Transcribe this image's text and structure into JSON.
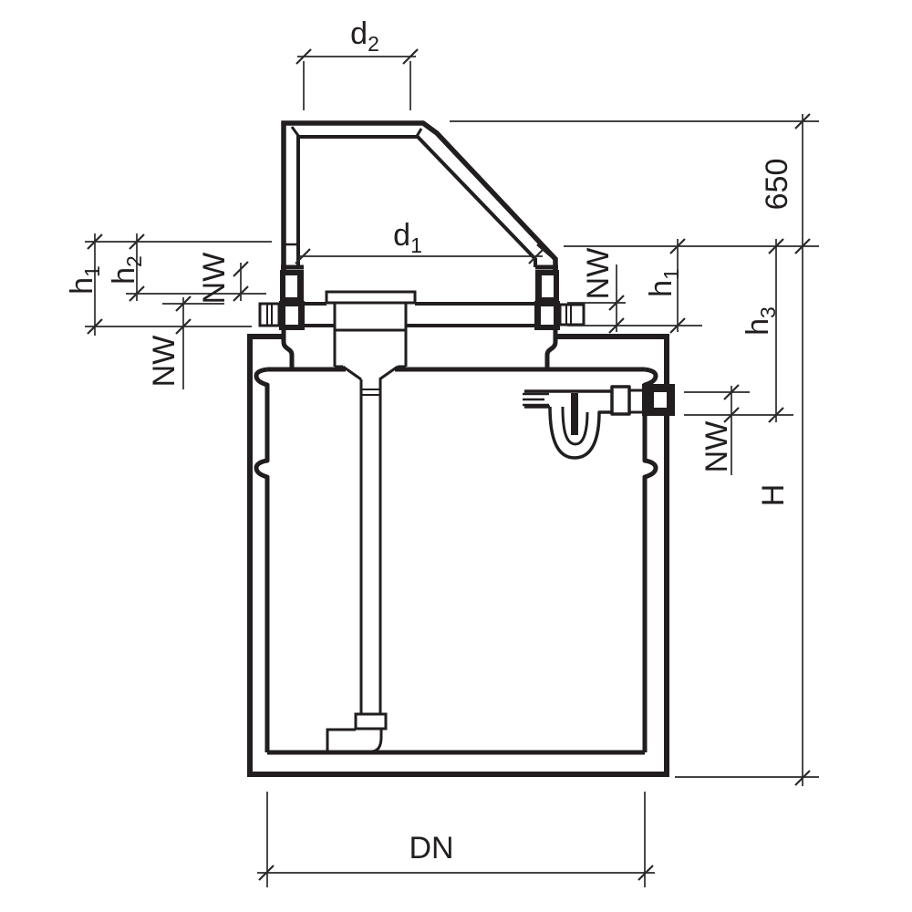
{
  "drawing": {
    "type": "technical-section-drawing",
    "subject": "underground storage tank with telescopic dome shaft, filter basket, calmed inlet pipe and overflow siphon",
    "colors": {
      "line": "#221e1f",
      "background": "#ffffff"
    },
    "labels": {
      "d2": {
        "base": "d",
        "sub": "2"
      },
      "d1": {
        "base": "d",
        "sub": "1"
      },
      "h1_left": {
        "base": "h",
        "sub": "1"
      },
      "h2_left": {
        "base": "h",
        "sub": "2"
      },
      "nw_left_upper": {
        "text": "NW"
      },
      "nw_left_lower": {
        "text": "NW"
      },
      "nw_right_upper": {
        "text": "NW"
      },
      "h1_right": {
        "base": "h",
        "sub": "1"
      },
      "h3_right": {
        "base": "h",
        "sub": "3"
      },
      "len_650": {
        "text": "650"
      },
      "nw_right_lower": {
        "text": "NW"
      },
      "height_h": {
        "text": "H"
      },
      "dn_bottom": {
        "text": "DN"
      }
    }
  }
}
